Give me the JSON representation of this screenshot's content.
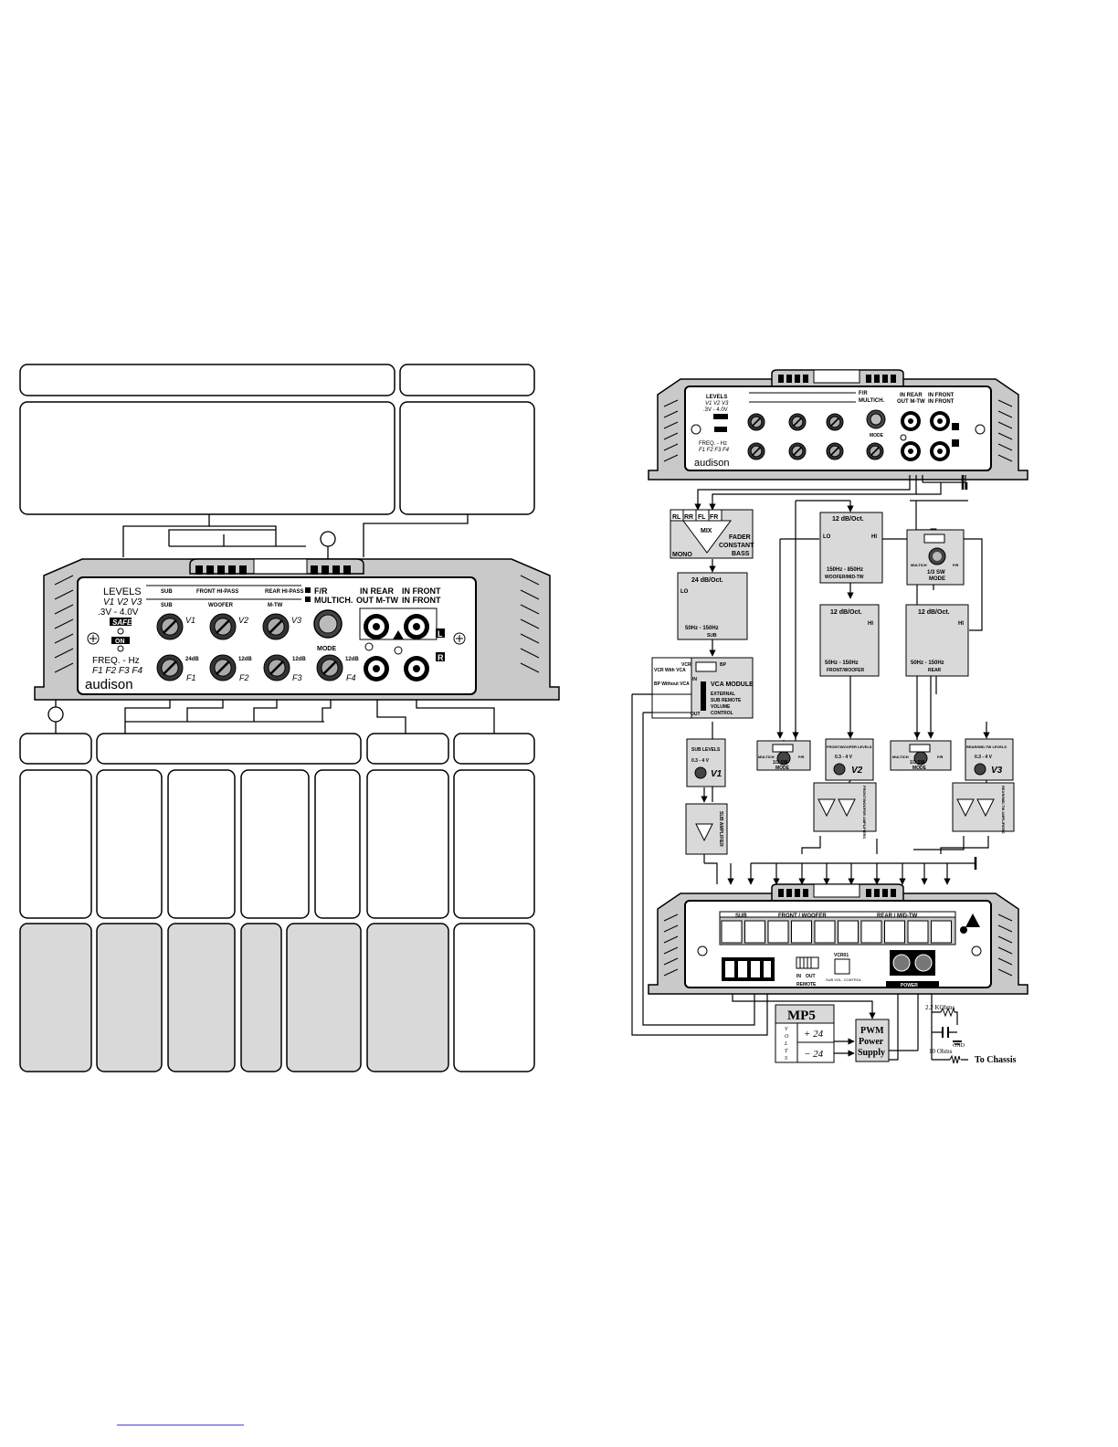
{
  "left_panel": {
    "levels_title": "LEVELS",
    "levels_vars": "V1 V2 V3",
    "levels_range": ".3V - 4.0V",
    "safe_label": "SAFE",
    "on_label": "ON",
    "freq_title": "FREQ. - Hz",
    "freq_vars": "F1 F2 F3 F4",
    "brand": "audison",
    "sub_label": "SUB",
    "front_hipass": "FRONT HI-PASS",
    "rear_hipass": "REAR HI-PASS",
    "woofer_label": "WOOFER",
    "mtw_label": "M-TW",
    "fr_label": "F/R",
    "multich_label": "MULTICH.",
    "mode_label": "MODE",
    "in_rear": "IN REAR",
    "out_mtw": "OUT M-TW",
    "in_front_1": "IN FRONT",
    "in_front_2": "IN FRONT",
    "l_label": "L",
    "r_label": "R",
    "knob_v1": "V1",
    "knob_v2": "V2",
    "knob_v3": "V3",
    "knob_f1": "F1",
    "knob_f2": "F2",
    "knob_f3": "F3",
    "knob_f4": "F4",
    "db24": "24dB",
    "db12a": "12dB",
    "db12b": "12dB",
    "db12c": "12dB"
  },
  "right_diagram": {
    "mix_inputs": [
      "RL",
      "RR",
      "FL",
      "FR"
    ],
    "mix_label": "MIX",
    "mono_label": "MONO",
    "fader_label": "FADER",
    "constant_label": "CONSTANT",
    "bass_label": "BASS",
    "f1_slope": "24 dB/Oct.",
    "f1_range": "50Hz - 150Hz",
    "f1_sub": "SUB",
    "lo_label": "LO",
    "hi_label": "HI",
    "f4_slope": "12 dB/Oct.",
    "f4_range": "150Hz - 850Hz",
    "f4_sub": "WOOFER/MID-TW",
    "f2_slope": "12 dB/Oct.",
    "f2_range": "50Hz - 150Hz",
    "f2_sub": "FRONT/WOOFER",
    "f3_slope": "12 dB/Oct.",
    "f3_range": "50Hz - 150Hz",
    "f3_sub": "REAR",
    "sw_mode_1": "1/3 SW",
    "sw_mode_2": "MODE",
    "multich": "MULTICH",
    "fr": "F/R",
    "vca_with": "VCR With VCA",
    "bp_without": "BP Without VCA",
    "vca_title": "VCA MODULE",
    "vca_ext": "EXTERNAL",
    "vca_sub": "SUB REMOTE",
    "vca_vol": "VOLUME",
    "vca_ctrl": "CONTROL",
    "vca_in": "IN",
    "vca_out": "OUT",
    "vca_vcr": "VCR",
    "vca_bp": "BP",
    "sub_levels": "SUB LEVELS",
    "fw_levels": "FRONT/WOOFER LEVELS",
    "rmt_levels": "REAR/MID-TW LEVELS",
    "levels_range": "0.3 - 4 V",
    "sub_amp": "SUB AMPLIFIER",
    "fw_amp": "FRONT/WOOFER AMPLIFIERS",
    "rmt_amp": "REAR/MID-TW AMPLIFIERS",
    "term_sub": "SUB",
    "term_fw": "FRONT / WOOFER",
    "term_rear": "REAR / MID-TW",
    "remote_in": "IN",
    "remote_out": "OUT",
    "remote_label": "REMOTE",
    "vcr01": "VCR01",
    "sub_vol_control": "SUB VOL. CONTROL",
    "power_label": "POWER",
    "mp5": "MP5",
    "volts": [
      "V",
      "O",
      "L",
      "T",
      "S"
    ],
    "plus24": "+ 24",
    "minus24": "− 24",
    "pwm1": "PWM",
    "pwm2": "Power",
    "pwm3": "Supply",
    "r1": "2.2 KOhms",
    "gnd": "GND",
    "r2": "10 Ohms",
    "chassis": "To  Chassis"
  }
}
